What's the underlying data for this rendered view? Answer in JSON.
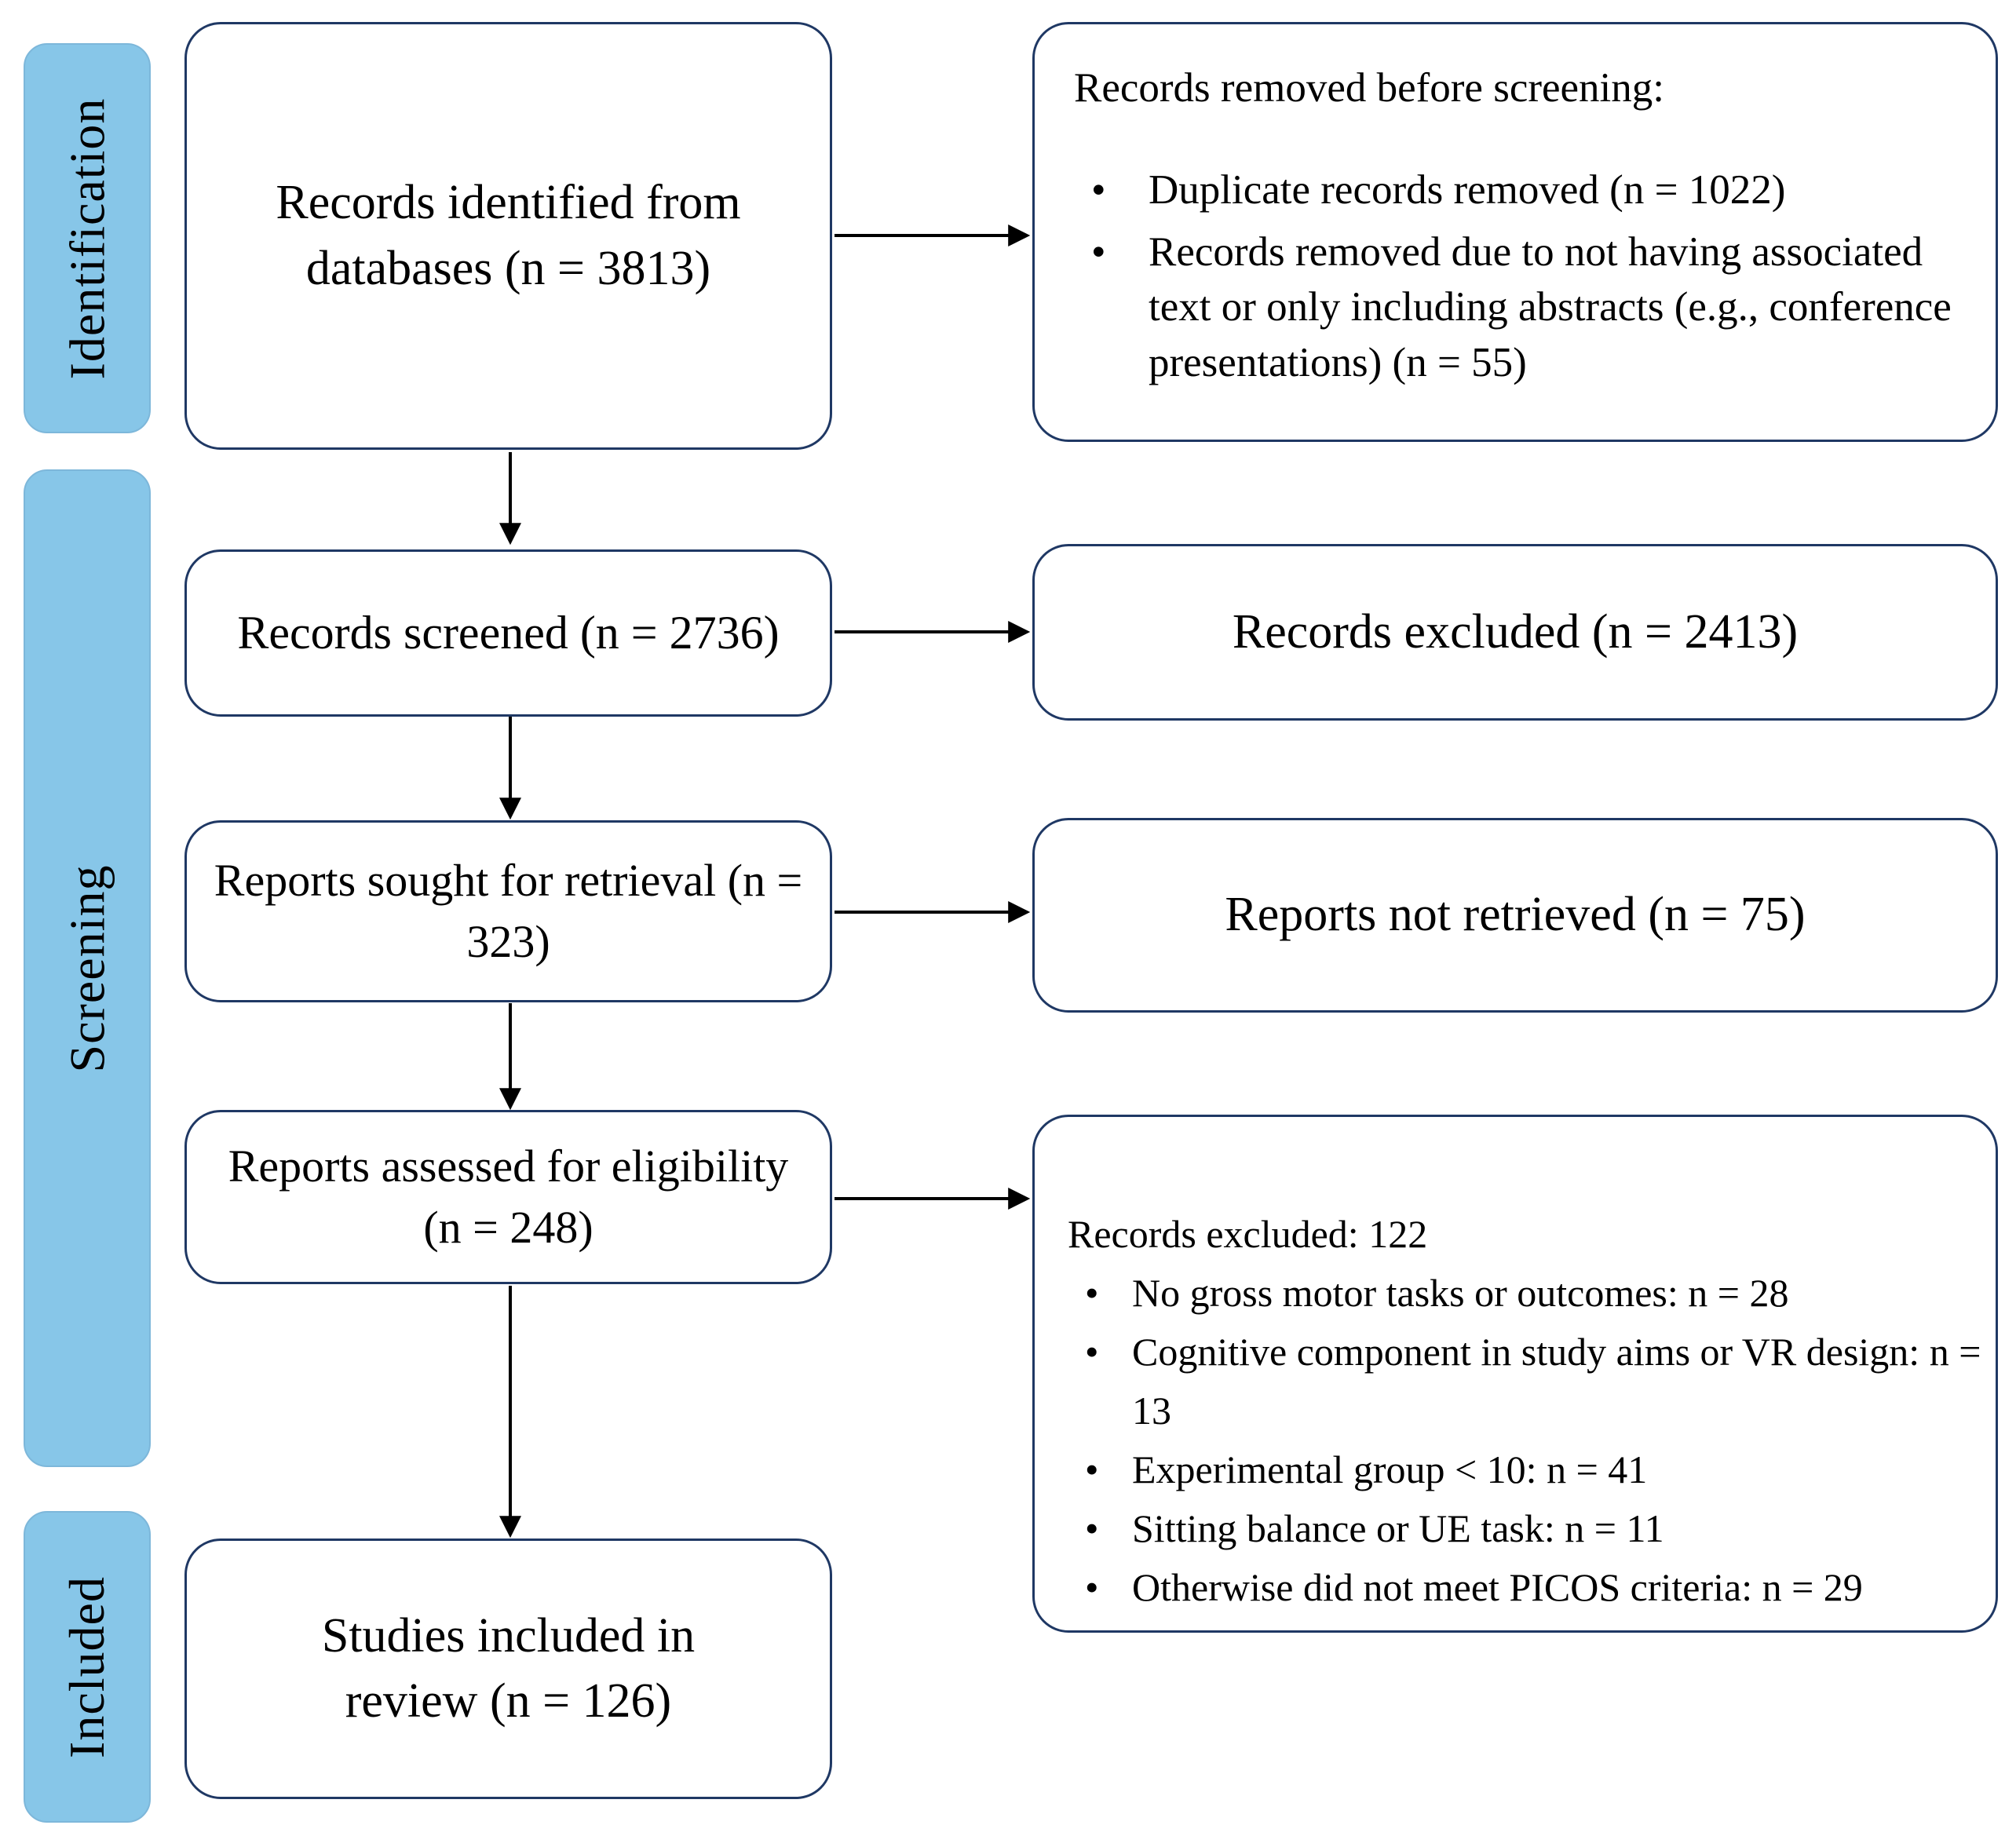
{
  "palette": {
    "sidebar_fill": "#87C6E8",
    "sidebar_edge": "#7DB7DA",
    "box_border": "#1F3864",
    "arrow_color": "#000000"
  },
  "sidebar": {
    "identification": "Identification",
    "screening": "Screening",
    "included": "Included"
  },
  "main_flow": {
    "records_identified": "Records identified from databases (n = 3813)",
    "records_screened": "Records screened (n = 2736)",
    "reports_sought": "Reports sought for retrieval (n = 323)",
    "reports_assessed": "Reports assessed for eligibility (n = 248)",
    "studies_included": "Studies included in review (n = 126)"
  },
  "exclusion_flow": {
    "removed_before_screening": {
      "title": "Records removed before screening:",
      "bullets": [
        "Duplicate records removed (n = 1022)",
        "Records removed due to not having associated text or only including abstracts (e.g., conference presentations) (n = 55)"
      ]
    },
    "records_excluded": "Records excluded (n = 2413)",
    "reports_not_retrieved": "Reports not retrieved (n = 75)",
    "full_text_excluded": {
      "title": "Records excluded: 122",
      "bullets": [
        "No gross motor tasks or outcomes: n = 28",
        "Cognitive component in study aims or VR design: n = 13",
        "Experimental group < 10: n = 41",
        "Sitting balance or UE task: n = 11",
        "Otherwise did not meet PICOS criteria: n = 29"
      ]
    }
  }
}
